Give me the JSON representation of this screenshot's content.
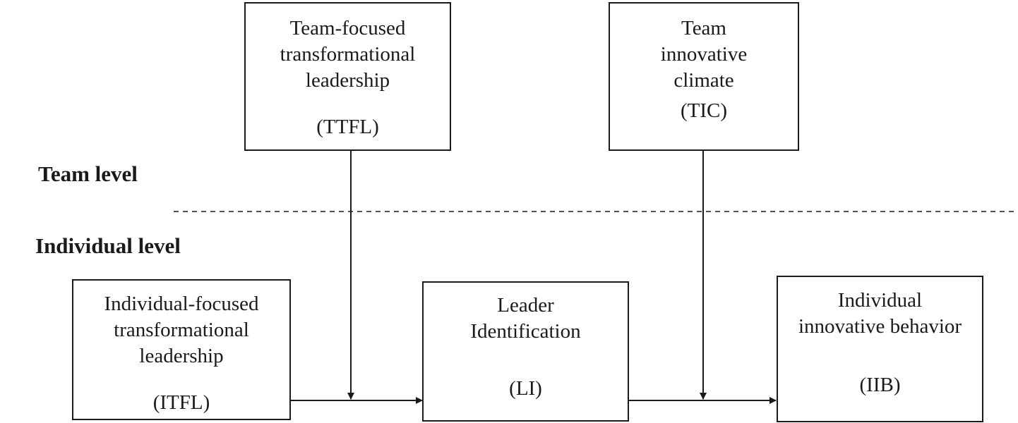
{
  "labels": {
    "team_level": "Team level",
    "individual_level": "Individual level"
  },
  "nodes": {
    "ttfl": {
      "name_lines": [
        "Team-focused",
        "transformational",
        "leadership"
      ],
      "abbr": "(TTFL)"
    },
    "tic": {
      "name_lines": [
        "Team",
        "innovative",
        "climate"
      ],
      "abbr": "(TIC)"
    },
    "itfl": {
      "name_lines": [
        "Individual-focused",
        "transformational",
        "leadership"
      ],
      "abbr": "(ITFL)"
    },
    "li": {
      "name_lines": [
        "Leader",
        "Identification"
      ],
      "abbr": "(LI)"
    },
    "iib": {
      "name_lines": [
        "Individual",
        "innovative behavior"
      ],
      "abbr": "(IIB)"
    }
  },
  "colors": {
    "ink": "#1a1a1a",
    "background": "#ffffff"
  }
}
